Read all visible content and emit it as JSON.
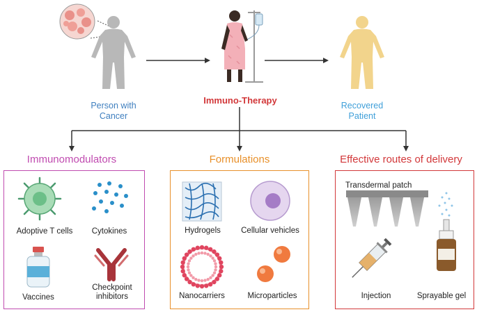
{
  "stages": {
    "patient": "Person with Cancer",
    "therapy": "Immuno-Therapy",
    "recovered": "Recovered Patient"
  },
  "sections": [
    {
      "title": "Immunomodulators",
      "color": "#c04bb0",
      "items": [
        "Adoptive T cells",
        "Cytokines",
        "Vaccines",
        "Checkpoint inhibitors"
      ]
    },
    {
      "title": "Formulations",
      "color": "#e8902a",
      "items": [
        "Hydrogels",
        "Cellular vehicles",
        "Nanocarriers",
        "Microparticles"
      ]
    },
    {
      "title": "Effective routes of delivery",
      "color": "#d2383a",
      "items": [
        "Transdermal patch",
        "Injection",
        "Sprayable gel"
      ]
    }
  ],
  "colors": {
    "patient_label": "#3f7fbf",
    "therapy_label": "#d2383a",
    "recovered_label": "#3f9fd9",
    "sick_figure": "#b8b8b8",
    "recovered_figure": "#f2d48c"
  }
}
